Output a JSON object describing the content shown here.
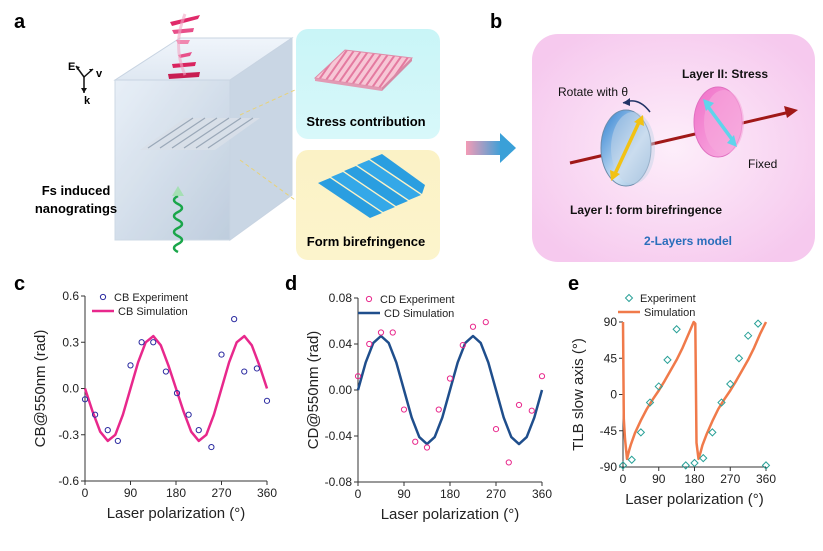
{
  "panels": {
    "a": {
      "letter": "a",
      "axes_labels": {
        "e": "E",
        "v": "v",
        "k": "k"
      },
      "left_caption": [
        "Fs induced",
        "nanogratings"
      ],
      "stress_label": "Stress contribution",
      "form_label": "Form birefringence"
    },
    "b": {
      "letter": "b",
      "rotate_label": "Rotate with θ",
      "layer2_label": "Layer II: Stress",
      "fixed_label": "Fixed",
      "layer1_label": "Layer I: form birefringence",
      "model_label": "2-Layers model"
    },
    "c": {
      "letter": "c"
    },
    "d": {
      "letter": "d"
    },
    "e": {
      "letter": "e"
    }
  },
  "colors": {
    "pink": "#e8288c",
    "navy": "#1f4e8c",
    "orange": "#f07a4a",
    "teal": "#2aa198",
    "blue_circle": "#2a2aa0",
    "model_blue": "#2a6ebb"
  },
  "chart_data": [
    {
      "id": "c",
      "type": "scatter+line",
      "ylabel": "CB@550nm (rad)",
      "xlabel": "Laser polarization (°)",
      "xlim": [
        0,
        360
      ],
      "ylim": [
        -0.6,
        0.6
      ],
      "xticks": [
        0,
        90,
        180,
        270,
        360
      ],
      "yticks": [
        -0.6,
        -0.3,
        0.0,
        0.3,
        0.6
      ],
      "ytick_labels": [
        "-0.6",
        "-0.3",
        "0.0",
        "0.3",
        "0.6"
      ],
      "series": [
        {
          "name": "CB Experiment",
          "kind": "markers",
          "x": [
            0,
            20,
            45,
            65,
            90,
            112,
            135,
            160,
            182,
            205,
            225,
            250,
            270,
            295,
            315,
            340,
            360
          ],
          "y": [
            -0.07,
            -0.17,
            -0.27,
            -0.34,
            0.15,
            0.3,
            0.3,
            0.11,
            -0.03,
            -0.17,
            -0.27,
            -0.38,
            0.22,
            0.45,
            0.11,
            0.13,
            -0.08
          ]
        },
        {
          "name": "CB Simulation",
          "kind": "curve",
          "x": [
            0,
            15,
            30,
            45,
            60,
            75,
            90,
            105,
            120,
            135,
            150,
            165,
            180,
            195,
            210,
            225,
            240,
            255,
            270,
            285,
            300,
            315,
            330,
            345,
            360
          ],
          "y": [
            0,
            -0.15,
            -0.28,
            -0.34,
            -0.3,
            -0.17,
            0.0,
            0.17,
            0.3,
            0.34,
            0.28,
            0.15,
            0.0,
            -0.15,
            -0.28,
            -0.34,
            -0.3,
            -0.17,
            0.0,
            0.17,
            0.3,
            0.34,
            0.28,
            0.15,
            0.0
          ]
        }
      ]
    },
    {
      "id": "d",
      "type": "scatter+line",
      "ylabel": "CD@550nm (rad)",
      "xlabel": "Laser polarization (°)",
      "xlim": [
        0,
        360
      ],
      "ylim": [
        -0.08,
        0.08
      ],
      "xticks": [
        0,
        90,
        180,
        270,
        360
      ],
      "yticks": [
        -0.08,
        -0.04,
        0.0,
        0.04,
        0.08
      ],
      "ytick_labels": [
        "-0.08",
        "-0.04",
        "0.00",
        "0.04",
        "0.08"
      ],
      "series": [
        {
          "name": "CD Experiment",
          "kind": "markers",
          "x": [
            0,
            22,
            45,
            68,
            90,
            112,
            135,
            158,
            180,
            205,
            225,
            250,
            270,
            295,
            315,
            340,
            360
          ],
          "y": [
            0.012,
            0.04,
            0.05,
            0.05,
            -0.017,
            -0.045,
            -0.05,
            -0.017,
            0.01,
            0.039,
            0.055,
            0.059,
            -0.034,
            -0.063,
            -0.013,
            -0.018,
            0.012
          ]
        },
        {
          "name": "CD Simulation",
          "kind": "curve",
          "x": [
            0,
            15,
            30,
            45,
            60,
            75,
            90,
            105,
            120,
            135,
            150,
            165,
            180,
            195,
            210,
            225,
            240,
            255,
            270,
            285,
            300,
            315,
            330,
            345,
            360
          ],
          "y": [
            0.0,
            0.024,
            0.041,
            0.047,
            0.041,
            0.024,
            0.0,
            -0.024,
            -0.041,
            -0.047,
            -0.041,
            -0.024,
            0.0,
            0.024,
            0.041,
            0.047,
            0.041,
            0.024,
            0.0,
            -0.024,
            -0.041,
            -0.047,
            -0.041,
            -0.024,
            0.0
          ]
        }
      ]
    },
    {
      "id": "e",
      "type": "scatter+line",
      "ylabel": "TLB slow axis (°)",
      "xlabel": "Laser polarization (°)",
      "xlim": [
        0,
        360
      ],
      "ylim": [
        -90,
        90
      ],
      "xticks": [
        0,
        90,
        180,
        270,
        360
      ],
      "xtick_labels": [
        "0",
        "90",
        "180",
        "270",
        "360"
      ],
      "yticks": [
        -90,
        -45,
        0,
        45,
        90
      ],
      "ytick_labels": [
        "-90",
        "-45",
        "0",
        "45",
        "90"
      ],
      "series": [
        {
          "name": "Experiment",
          "kind": "markers",
          "x": [
            0,
            22,
            45,
            68,
            90,
            112,
            135,
            158,
            180,
            202,
            225,
            248,
            270,
            292,
            315,
            340,
            360
          ],
          "y": [
            -88,
            -81,
            -47,
            -10,
            10,
            43,
            81,
            -88,
            -85,
            -79,
            -47,
            -10,
            13,
            45,
            73,
            88,
            -88
          ]
        },
        {
          "name": "Simulation",
          "kind": "curve",
          "x": [
            0,
            2,
            5,
            10,
            15,
            20,
            30,
            45,
            60,
            75,
            90,
            105,
            120,
            135,
            150,
            165,
            178,
            182,
            185,
            190,
            195,
            200,
            210,
            225,
            240,
            255,
            270,
            285,
            300,
            315,
            330,
            345,
            360
          ],
          "y": [
            90,
            -30,
            -55,
            -80,
            -70,
            -62,
            -48,
            -32,
            -18,
            -6,
            5,
            17,
            30,
            43,
            58,
            75,
            90,
            88,
            -60,
            -80,
            -72,
            -63,
            -50,
            -33,
            -18,
            -6,
            5,
            17,
            30,
            43,
            58,
            75,
            90
          ]
        }
      ]
    }
  ]
}
